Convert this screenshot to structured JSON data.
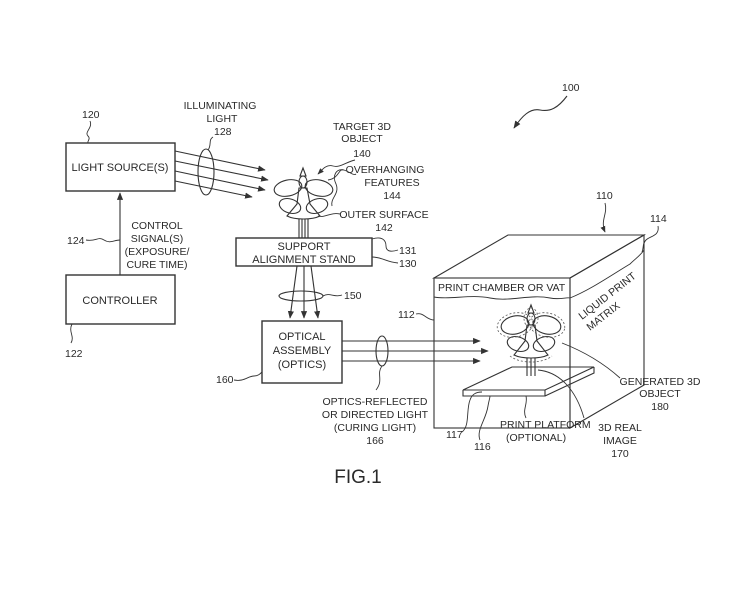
{
  "figure": {
    "caption": "FIG.1",
    "system_ref": "100"
  },
  "light_source": {
    "label": "LIGHT SOURCE(S)",
    "ref": "120"
  },
  "illuminating_light": {
    "line1": "ILLUMINATING",
    "line2": "LIGHT",
    "ref": "128"
  },
  "controller": {
    "label": "CONTROLLER",
    "ref": "122"
  },
  "control_signal": {
    "line1": "CONTROL",
    "line2": "SIGNAL(S)",
    "line3": "(EXPOSURE/",
    "line4": "CURE TIME)",
    "ref": "124"
  },
  "target_object": {
    "line1": "TARGET 3D",
    "line2": "OBJECT",
    "ref": "140"
  },
  "overhanging": {
    "line1": "OVERHANGING",
    "line2": "FEATURES",
    "ref": "144"
  },
  "outer_surface": {
    "line1": "OUTER SURFACE",
    "ref": "142"
  },
  "support_stand": {
    "line1": "SUPPORT",
    "line2": "ALIGNMENT STAND",
    "ref": "130",
    "ref_top": "131"
  },
  "reflected_bundle": {
    "ref": "150"
  },
  "optics": {
    "line1": "OPTICAL",
    "line2": "ASSEMBLY",
    "line3": "(OPTICS)",
    "ref": "160"
  },
  "curing_light": {
    "line1": "OPTICS-REFLECTED",
    "line2": "OR DIRECTED LIGHT",
    "line3": "(CURING LIGHT)",
    "ref": "166"
  },
  "print_chamber": {
    "label": "PRINT CHAMBER OR VAT",
    "ref": "112",
    "assembly_ref": "110"
  },
  "liquid_matrix": {
    "line1": "LIQUID PRINT",
    "line2": "MATRIX",
    "ref": "114"
  },
  "generated_object": {
    "line1": "GENERATED 3D",
    "line2": "OBJECT",
    "ref": "180"
  },
  "real_image": {
    "line1": "3D REAL",
    "line2": "IMAGE",
    "ref": "170"
  },
  "print_platform": {
    "line1": "PRINT PLATFORM",
    "line2": "(OPTIONAL)",
    "ref": "116",
    "ref_edge": "117"
  }
}
